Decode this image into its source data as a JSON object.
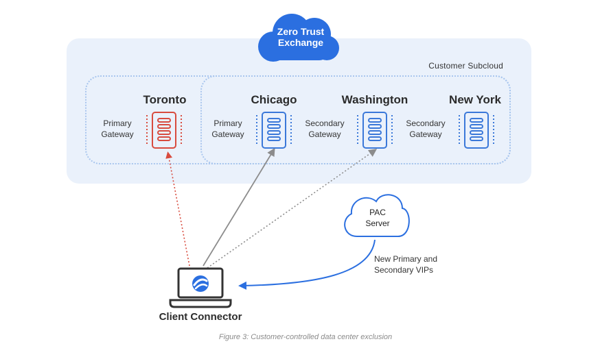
{
  "zero_trust_exchange": {
    "line1": "Zero Trust",
    "line2": "Exchange"
  },
  "subcloud": {
    "label": "Customer Subcloud"
  },
  "datacenters": [
    {
      "city": "Toronto",
      "role_line1": "Primary",
      "role_line2": "Gateway",
      "color": "#d84b3e"
    },
    {
      "city": "Chicago",
      "role_line1": "Primary",
      "role_line2": "Gateway",
      "color": "#3a78d9"
    },
    {
      "city": "Washington",
      "role_line1": "Secondary",
      "role_line2": "Gateway",
      "color": "#3a78d9"
    },
    {
      "city": "New York",
      "role_line1": "Secondary",
      "role_line2": "Gateway",
      "color": "#3a78d9"
    }
  ],
  "pac_server": {
    "line1": "PAC",
    "line2": "Server"
  },
  "pac_annotation": {
    "line1": "New Primary and",
    "line2": "Secondary VIPs"
  },
  "client": {
    "label": "Client Connector"
  },
  "caption": "Figure 3: Customer-controlled data center exclusion",
  "colors": {
    "brand_blue": "#2b6fe0",
    "excluded_red": "#d84b3e",
    "panel_bg": "#eaf1fb",
    "arrow_gray": "#8c8c8c"
  }
}
